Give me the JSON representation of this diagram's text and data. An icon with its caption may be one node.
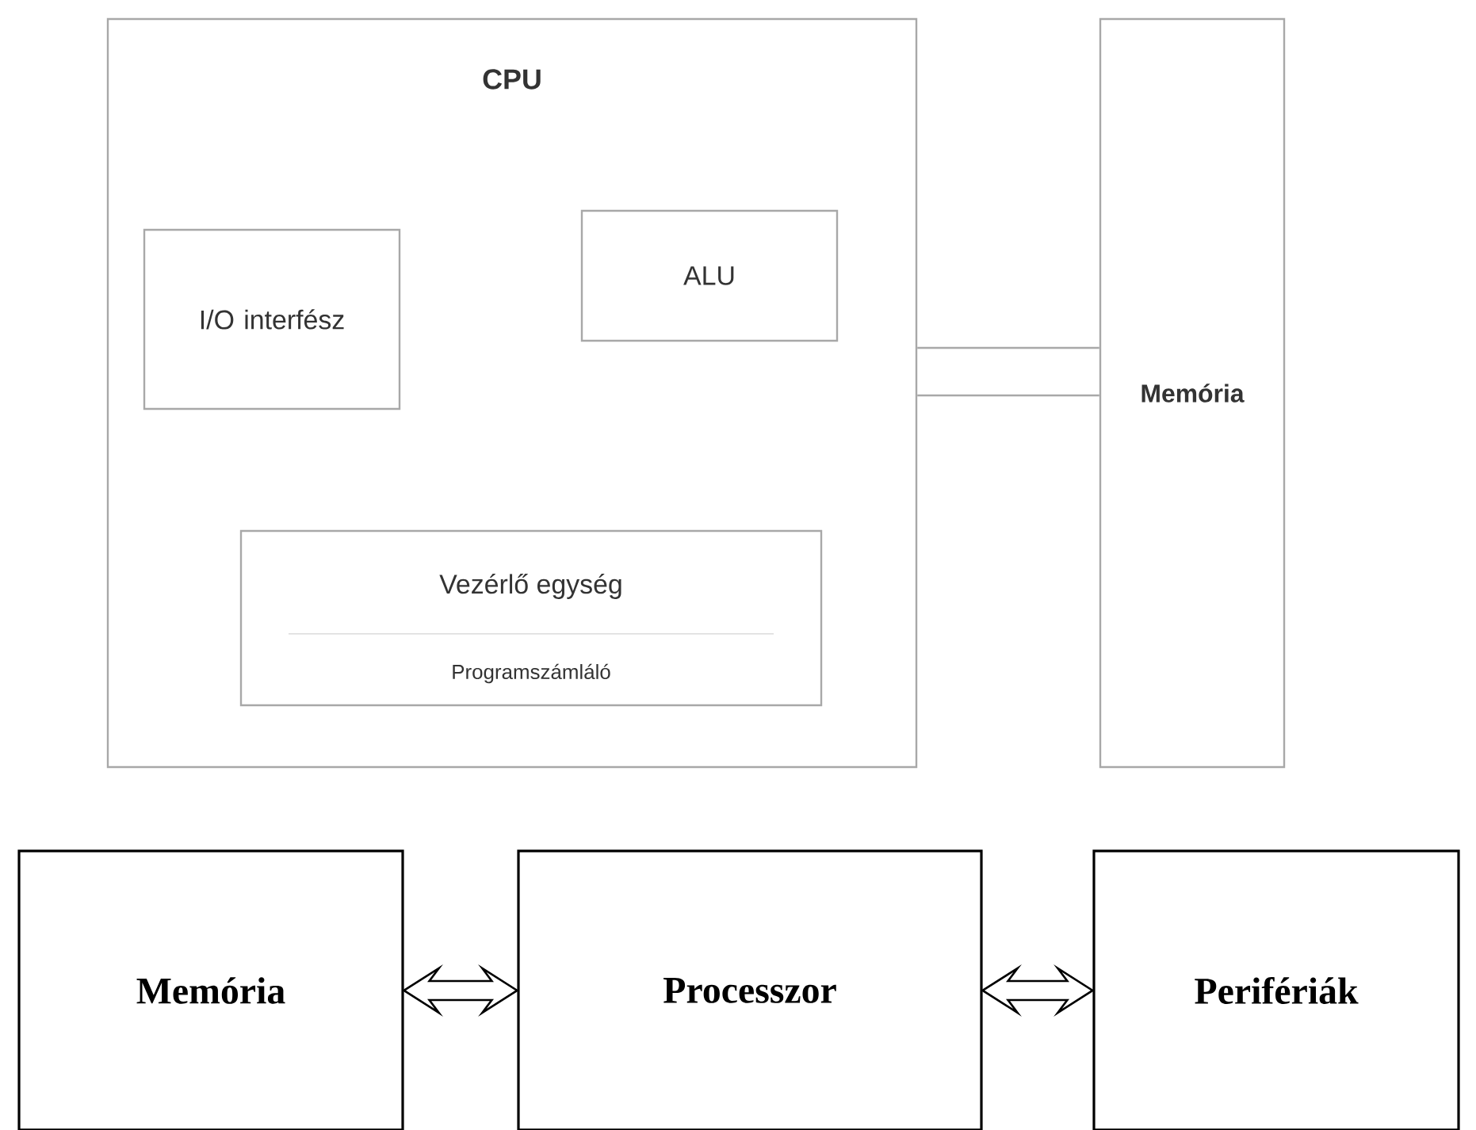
{
  "diagram": {
    "nodes": [
      {
        "text": [
          "CPU"
        ]
      },
      {
        "text": [
          "I/O interfész"
        ],
        "in": 0
      },
      {
        "text": [
          "ALU"
        ],
        "in": 0
      },
      {
        "text": [
          "Vezérlő egység",
          "Programszámláló"
        ],
        "in": 0
      },
      {
        "text": [
          "Memória"
        ]
      },
      {
        "text": [
          "Memória"
        ]
      },
      {
        "text": [
          "Processzor"
        ]
      },
      {
        "text": [
          "Perifériák"
        ]
      }
    ],
    "edges": [
      {
        "from": 0,
        "to": 4,
        "arrow": "none",
        "color": "#a8a8a8"
      },
      {
        "from": 5,
        "to": 6,
        "arrow": "both"
      },
      {
        "from": 6,
        "to": 7,
        "arrow": "both"
      }
    ]
  }
}
